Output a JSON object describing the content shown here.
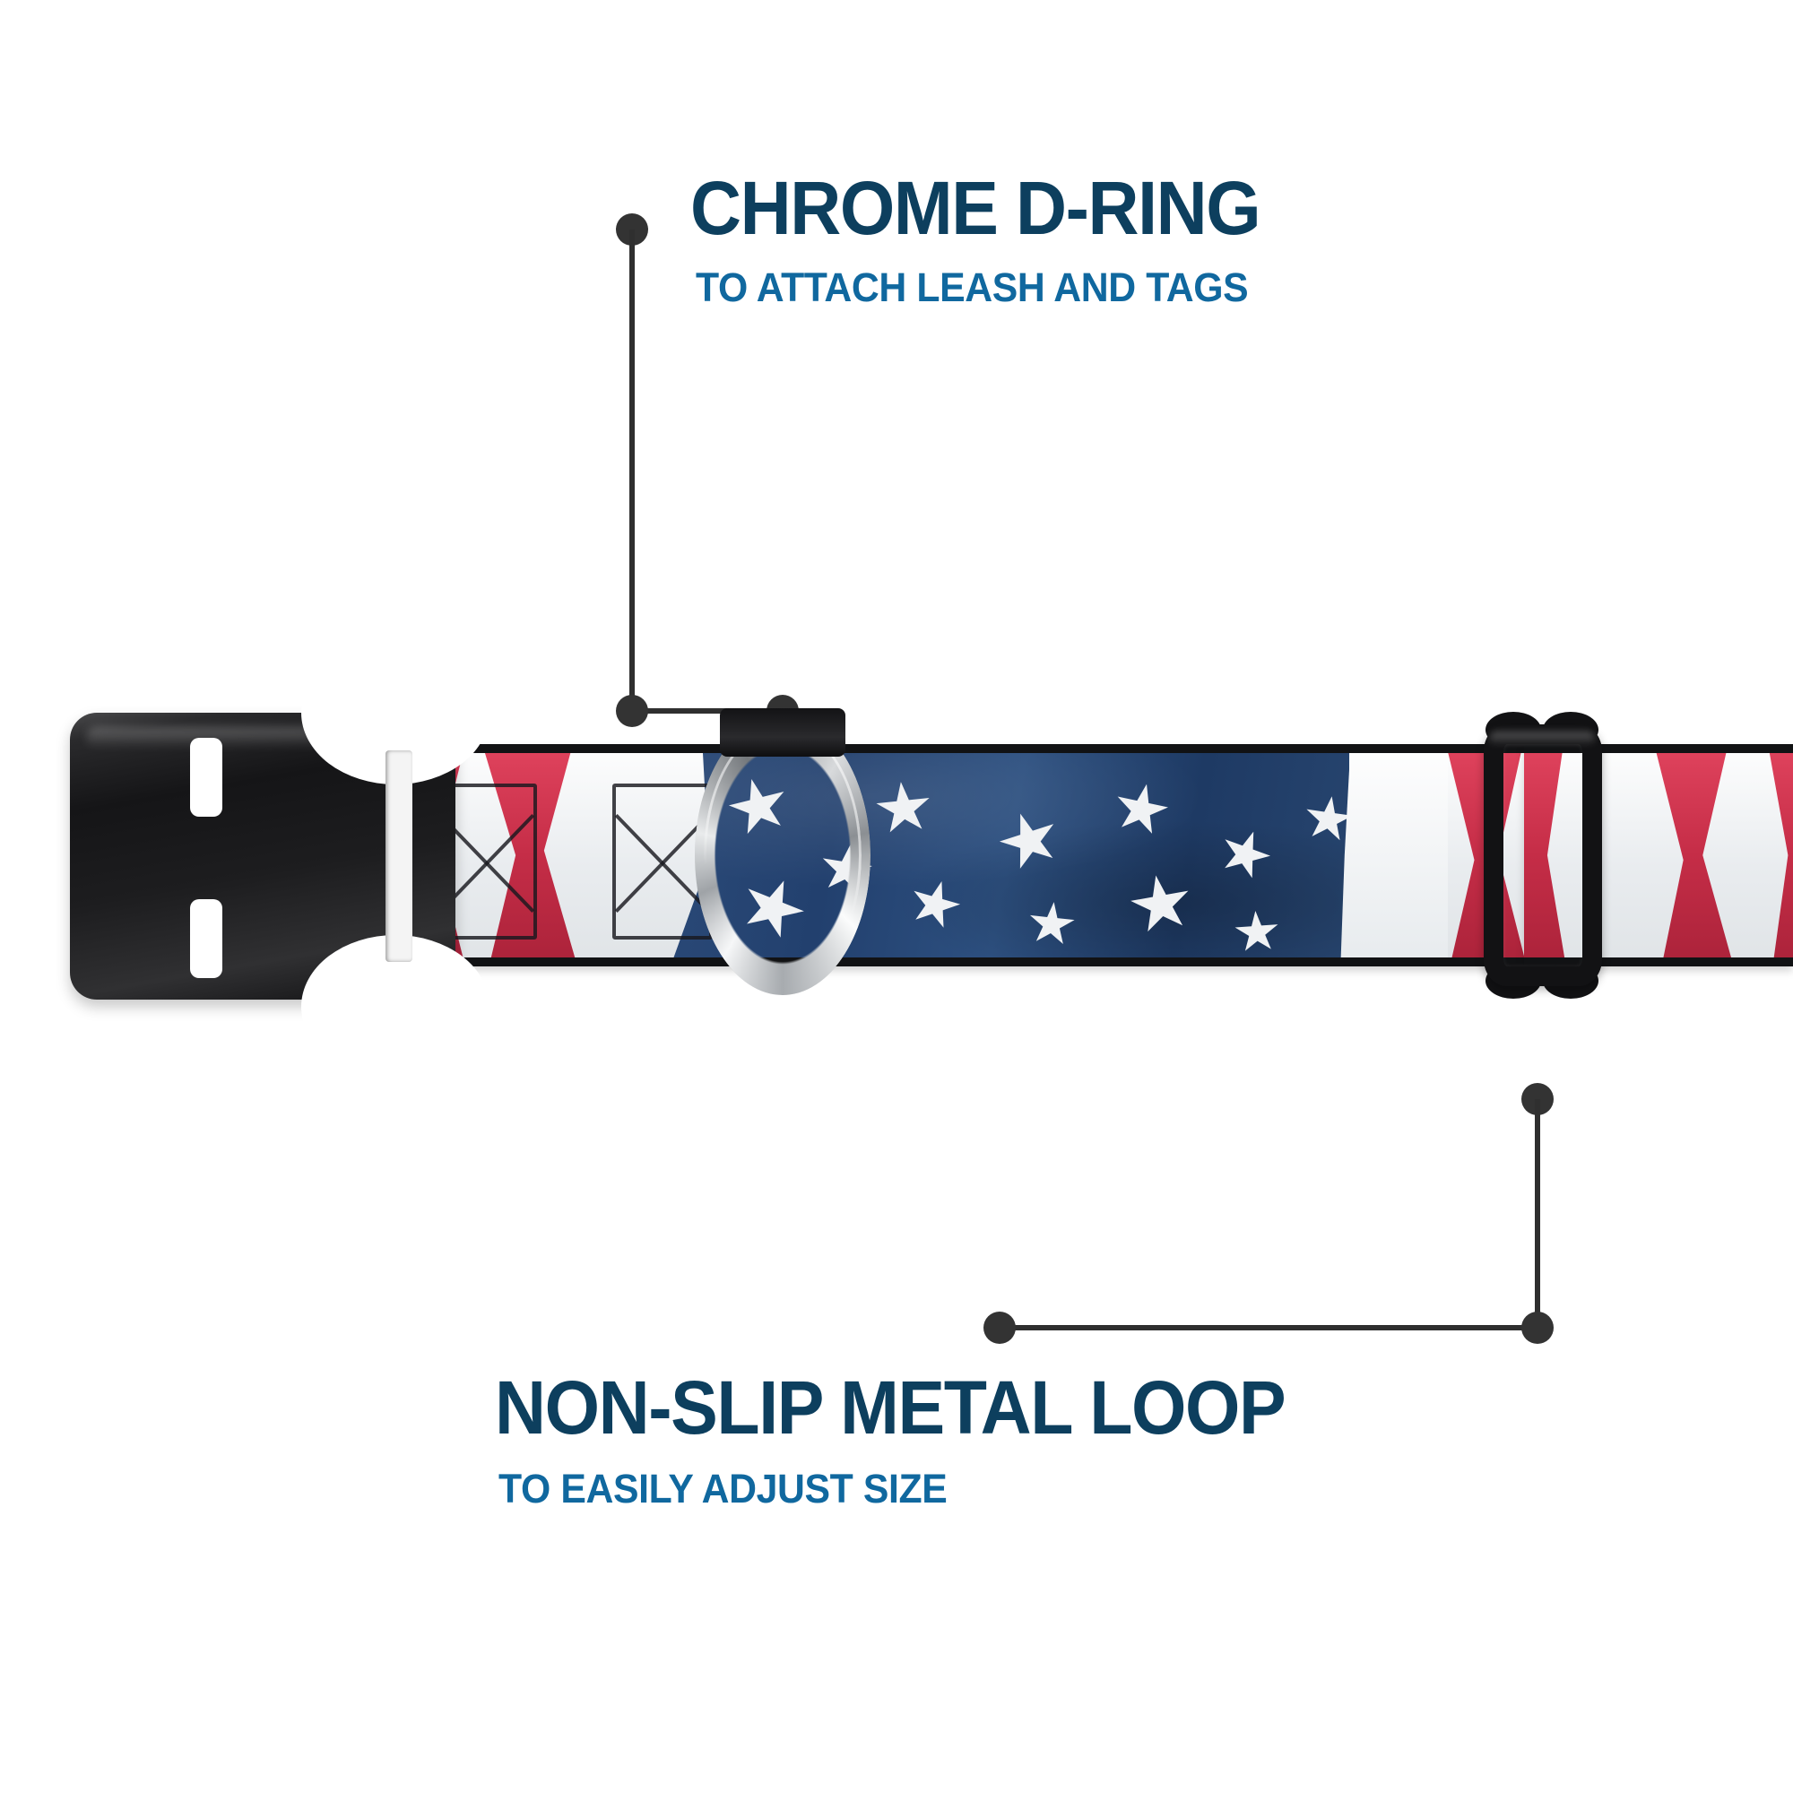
{
  "page": {
    "background_color": "#ffffff",
    "product": "american-flag-dog-collar"
  },
  "theme": {
    "headline_color": "#0d3f5e",
    "subline_color": "#10689f",
    "leader_color": "#333333",
    "flag_red": "#d1364f",
    "flag_white": "#f2f4f5",
    "flag_blue": "#27456f",
    "hardware_black": "#121214",
    "chrome": "#c9ccce"
  },
  "callouts": [
    {
      "id": "chrome-d-ring",
      "headline": "CHROME D-RING",
      "subline": "TO ATTACH LEASH AND TAGS",
      "position": "top"
    },
    {
      "id": "non-slip-metal-loop",
      "headline": "NON-SLIP METAL LOOP",
      "subline": "TO EASILY ADJUST SIZE",
      "position": "bottom"
    }
  ],
  "hardware": {
    "buckle": {
      "name": "side-release-buckle",
      "color": "#121214"
    },
    "d_ring": {
      "name": "chrome-d-ring",
      "finish": "chrome"
    },
    "adjuster": {
      "name": "metal-adjuster-loop",
      "finish": "black-metal"
    }
  },
  "webbing": {
    "pattern": "american-flag",
    "stars_count": 12,
    "stripes": [
      "white",
      "red",
      "white",
      "red",
      "white",
      "red",
      "white",
      "red"
    ]
  },
  "chart_data": {
    "type": "table",
    "title": "Product feature callouts",
    "categories": [
      "CHROME D-RING",
      "NON-SLIP METAL LOOP"
    ],
    "values": [
      "TO ATTACH LEASH AND TAGS",
      "TO EASILY ADJUST SIZE"
    ]
  }
}
